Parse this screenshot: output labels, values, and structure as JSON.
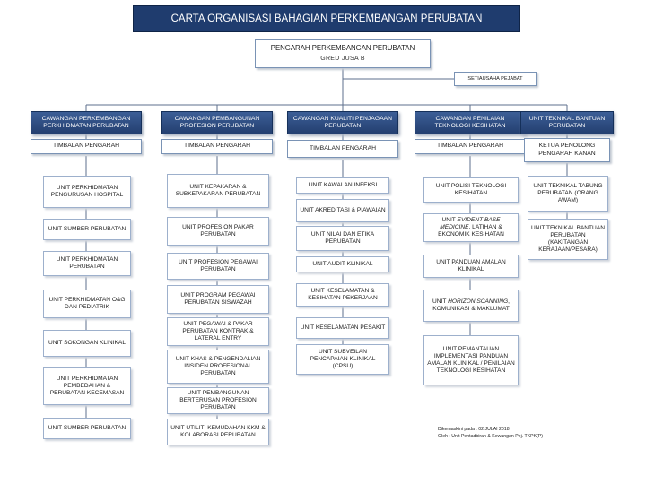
{
  "title": "CARTA ORGANISASI BAHAGIAN PERKEMBANGAN  PERUBATAN",
  "head": {
    "title": "PENGARAH PERKEMBANGAN PERUBATAN",
    "grade": "GRED JUSA B"
  },
  "secretary": "SETIAUSAHA PEJABAT",
  "columns": [
    {
      "division": "CAWANGAN PERKEMBANGAN PERKHIDMATAN PERUBATAN",
      "deputy": "TIMBALAN PENGARAH",
      "units": [
        "UNIT PERKHIDMATAN PENGURUSAN HOSPITAL",
        "UNIT SUMBER PERUBATAN",
        "UNIT PERKHIDMATAN PERUBATAN",
        "UNIT PERKHIDMATAN O&G DAN PEDIATRIK",
        "UNIT SOKONGAN KLINIKAL",
        "UNIT PERKHIDMATAN PEMBEDAHAN & PERUBATAN KECEMASAN",
        "UNIT SUMBER PERUBATAN"
      ]
    },
    {
      "division": "CAWANGAN PEMBANGUNAN PROFESION PERUBATAN",
      "deputy": "TIMBALAN PENGARAH",
      "units": [
        "UNIT KEPAKARAN & SUBKEPAKARAN PERUBATAN",
        "UNIT PROFESION PAKAR PERUBATAN",
        "UNIT PROFESION PEGAWAI PERUBATAN",
        "UNIT PROGRAM PEGAWAI PERUBATAN SISWAZAH",
        "UNIT PEGAWAI & PAKAR PERUBATAN KONTRAK & LATERAL ENTRY",
        "UNIT KHAS & PENGENDALIAN INSIDEN PROFESIONAL PERUBATAN",
        "UNIT PEMBANGUNAN BERTERUSAN PROFESION PERUBATAN",
        "UNIT UTILITI KEMUDAHAN KKM & KOLABORASI PERUBATAN"
      ]
    },
    {
      "division": "CAWANGAN KUALITI PENJAGAAN PERUBATAN",
      "deputy": "TIMBALAN PENGARAH",
      "units": [
        "UNIT KAWALAN INFEKSI",
        "UNIT AKREDITASI & PIAWAIAN",
        "UNIT NILAI DAN ETIKA PERUBATAN",
        "UNIT AUDIT KLINIKAL",
        "UNIT KESELAMATAN & KESIHATAN PEKERJAAN",
        "UNIT KESELAMATAN PESAKIT",
        "UNIT SUBVEILAN PENCAPAIAN KLINIKAL (CPSU)"
      ]
    },
    {
      "division": "CAWANGAN PENILAIAN TEKNOLOGI KESIHATAN",
      "deputy": "TIMBALAN PENGARAH",
      "units": [
        {
          "pre": "UNIT POLISI TEKNOLOGI KESIHATAN",
          "em": "",
          "post": ""
        },
        {
          "pre": "UNIT ",
          "em": "EVIDENT BASE MEDICINE",
          "post": ", LATIHAN & EKONOMIK KESIHATAN"
        },
        {
          "pre": "UNIT PANDUAN AMALAN KLINIKAL",
          "em": "",
          "post": ""
        },
        {
          "pre": "UNIT ",
          "em": "HORIZON SCANNING",
          "post": ", KOMUNIKASI & MAKLUMAT"
        },
        {
          "pre": "UNIT PEMANTAUAN IMPLEMENTASI PANDUAN AMALAN KLINIKAL / PENILAIAN TEKNOLOGI KESIHATAN",
          "em": "",
          "post": ""
        }
      ]
    },
    {
      "division": "UNIT TEKNIKAL BANTUAN PERUBATAN",
      "deputy": "KETUA PENOLONG PENGARAH KANAN",
      "units": [
        "UNIT TEKNIKAL TABUNG PERUBATAN (ORANG AWAM)",
        "UNIT TEKNIKAL BANTUAN PERUBATAN (KAKITANGAN KERAJAAN/PESARA)"
      ]
    }
  ],
  "note": {
    "line1": "Dikemaskini pada     :   02 JULAI 2018",
    "line2": "Oleh    :   Unit Pentadbiran & Kewangan  Pej. TKPK(P)"
  },
  "colors": {
    "title_bg": "#1f3c6e",
    "division_bg": "#2f4f86",
    "box_border": "#7a93b5",
    "connector": "#5d6f8c"
  }
}
